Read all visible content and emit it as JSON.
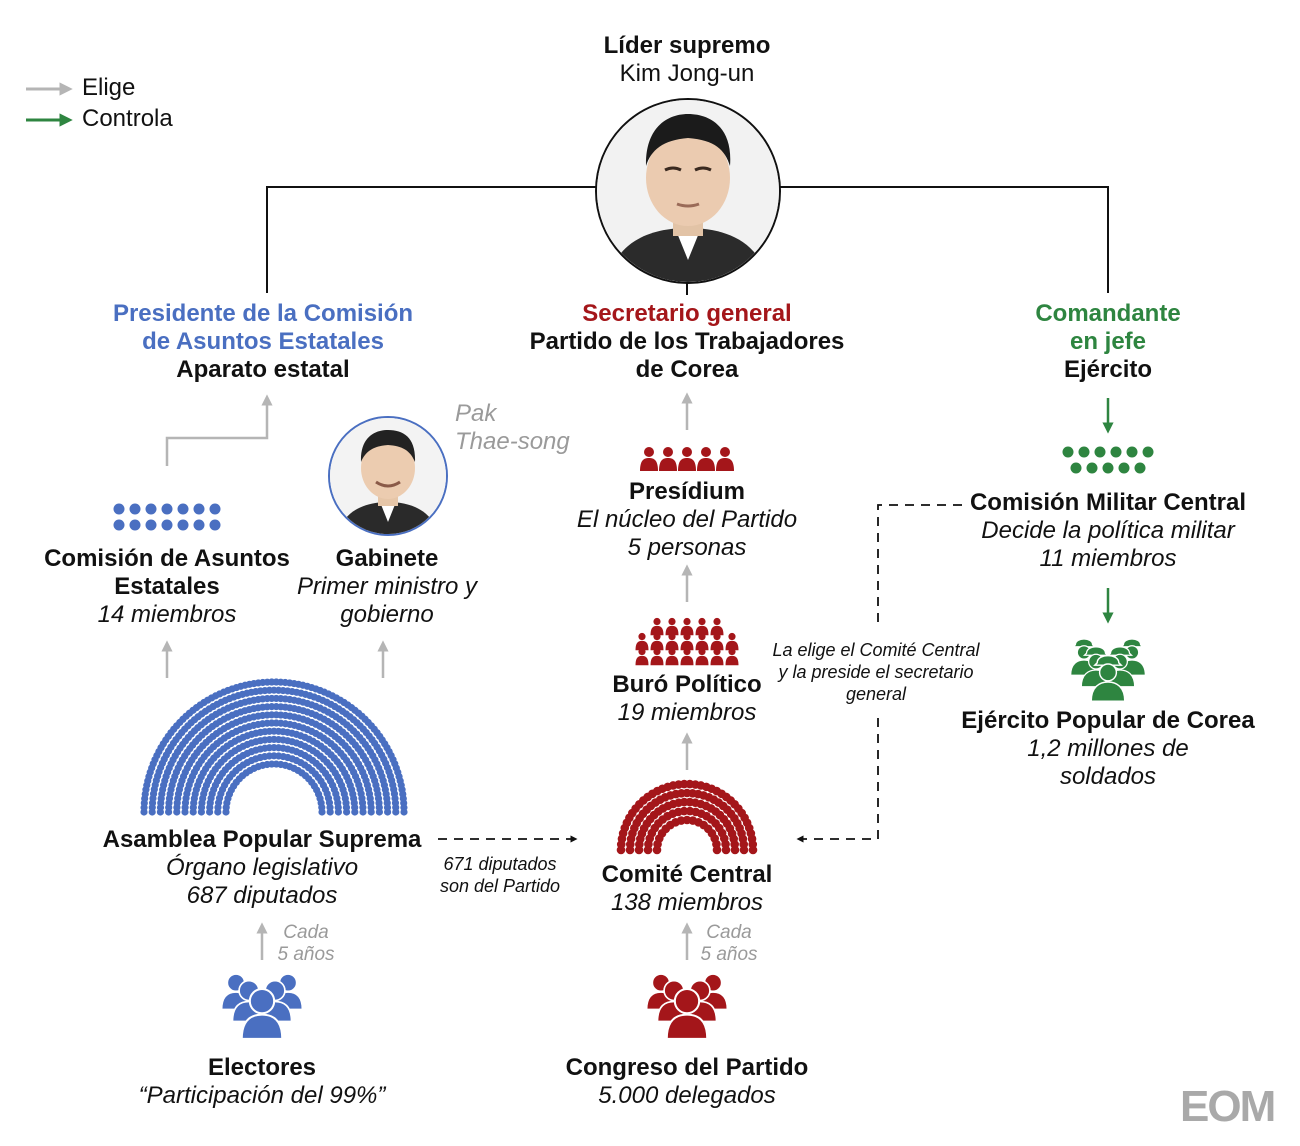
{
  "legend": {
    "elige": "Elige",
    "controla": "Controla",
    "colors": {
      "elige": "#b5b5b5",
      "controla": "#2e8540"
    }
  },
  "leader": {
    "title": "Líder supremo",
    "name": "Kim Jong-un"
  },
  "state_branch": {
    "role_line1": "Presidente de la Comisión",
    "role_line2": "de Asuntos Estatales",
    "body": "Aparato estatal"
  },
  "party_branch": {
    "role": "Secretario general",
    "body_line1": "Partido de los Trabajadores",
    "body_line2": "de Corea"
  },
  "army_branch": {
    "role_line1": "Comandante",
    "role_line2": "en jefe",
    "body": "Ejército"
  },
  "premier": {
    "name_line1": "Pak",
    "name_line2": "Thae-song"
  },
  "state_commission": {
    "title_line1": "Comisión de Asuntos",
    "title_line2": "Estatales",
    "members": "14 miembros",
    "dots": 14
  },
  "cabinet": {
    "title": "Gabinete",
    "desc_line1": "Primer ministro y",
    "desc_line2": "gobierno"
  },
  "assembly": {
    "title": "Asamblea Popular Suprema",
    "desc": "Órgano legislativo",
    "members": "687 diputados",
    "seats": 687
  },
  "voters": {
    "title": "Electores",
    "desc": "“Participación del 99%”"
  },
  "presidium": {
    "title": "Presídium",
    "desc": "El núcleo del Partido",
    "members": "5 personas",
    "count": 5
  },
  "politburo": {
    "title": "Buró Político",
    "members": "19 miembros",
    "count": 19
  },
  "central_committee": {
    "title": "Comité Central",
    "members": "138 miembros",
    "seats": 138
  },
  "congress": {
    "title": "Congreso del Partido",
    "members": "5.000 delegados"
  },
  "military_commission": {
    "title": "Comisión Militar Central",
    "desc": "Decide la política militar",
    "members": "11 miembros",
    "count": 11
  },
  "army": {
    "title": "Ejército Popular de Corea",
    "desc_line1": "1,2 millones de",
    "desc_line2": "soldados"
  },
  "notes": {
    "every5_a_line1": "Cada",
    "every5_a_line2": "5 años",
    "every5_b_line1": "Cada",
    "every5_b_line2": "5 años",
    "party_deputies_line1": "671 diputados",
    "party_deputies_line2": "son del Partido",
    "cmc_line1": "La elige el Comité Central",
    "cmc_line2": "y la preside el secretario",
    "cmc_line3": "general"
  },
  "colors": {
    "state": "#4a6fc1",
    "party": "#a4161a",
    "army": "#2e8540"
  },
  "logo": "EOM"
}
